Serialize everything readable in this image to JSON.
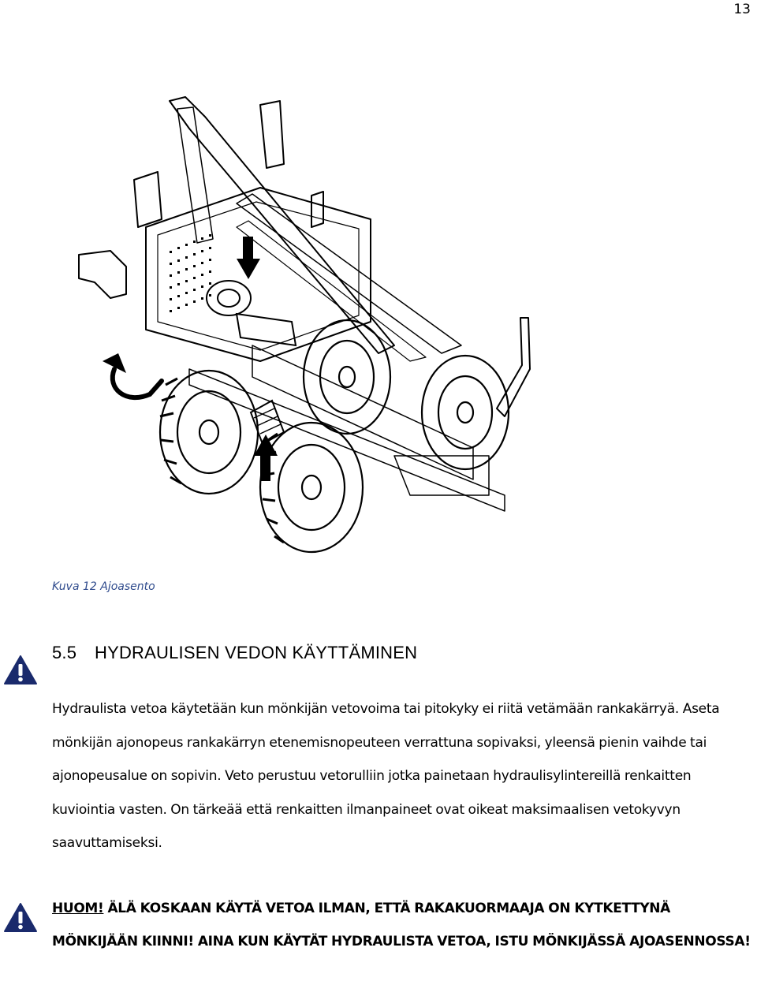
{
  "page": {
    "number": "13"
  },
  "figure": {
    "caption": "Kuva 12 Ajoasento",
    "subject": "rankakärry ajoasennossa",
    "arrows": [
      "down-arrow",
      "up-arrow",
      "rotate-arrow"
    ]
  },
  "section": {
    "number": "5.5",
    "title": "HYDRAULISEN VEDON KÄYTTÄMINEN",
    "paragraph": "Hydraulista vetoa käytetään kun mönkijän vetovoima tai pitokyky ei riitä vetämään rankakärryä. Aseta mönkijän ajonopeus rankakärryn etenemisnopeuteen verrattuna sopivaksi, yleensä pienin vaihde tai ajonopeusalue on sopivin. Veto perustuu vetorulliin jotka painetaan hydraulisylintereillä renkaitten kuviointia vasten. On tärkeää että renkaitten ilmanpaineet ovat oikeat maksimaalisen vetokyvyn saavuttamiseksi."
  },
  "note": {
    "label": "HUOM!",
    "text": " ÄLÄ KOSKAAN KÄYTÄ VETOA ILMAN, ETTÄ RAKAKUORMAAJA ON KYTKETTYNÄ MÖNKIJÄÄN KIINNI! AINA KUN KÄYTÄT HYDRAULISTA VETOA, ISTU MÖNKIJÄSSÄ AJOASENNOSSA!"
  },
  "colors": {
    "caption": "#2e4a8c",
    "warning_fill": "#1a2a6c",
    "text": "#000000"
  }
}
